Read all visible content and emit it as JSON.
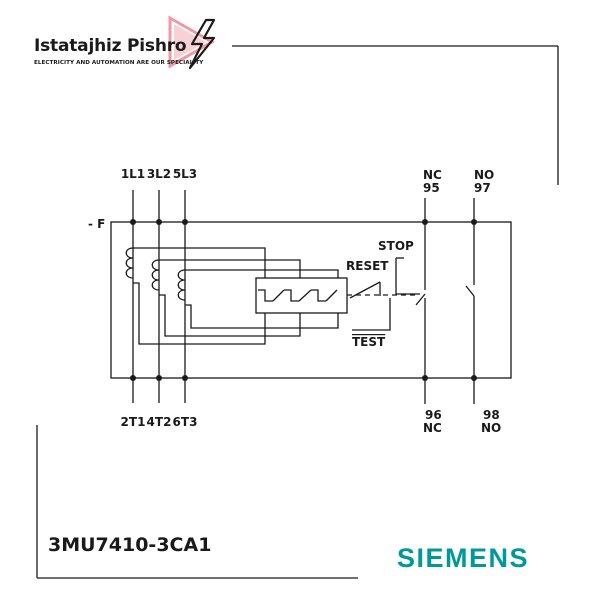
{
  "brand": {
    "name": "Istatajhiz Pishro",
    "tagline": "ELECTRICITY AND AUTOMATION ARE OUR SPECIALITY",
    "logo_icon": "play-lightning-logo",
    "logo_color": "#e8445a"
  },
  "diagram": {
    "device_tag": "- F",
    "top_terminals": [
      "1L1",
      "3L2",
      "5L3"
    ],
    "bottom_terminals": [
      "2T1",
      "4T2",
      "6T3"
    ],
    "nc_top": {
      "type": "NC",
      "number": "95"
    },
    "no_top": {
      "type": "NO",
      "number": "97"
    },
    "nc_bottom": {
      "number": "96",
      "type": "NC"
    },
    "no_bottom": {
      "number": "98",
      "type": "NO"
    },
    "stop_label": "STOP",
    "reset_label": "RESET",
    "test_label": "TEST",
    "line_color": "#1a1a1a"
  },
  "product": {
    "model": "3MU7410-3CA1",
    "manufacturer": "SIEMENS",
    "manufacturer_color": "#009999"
  }
}
